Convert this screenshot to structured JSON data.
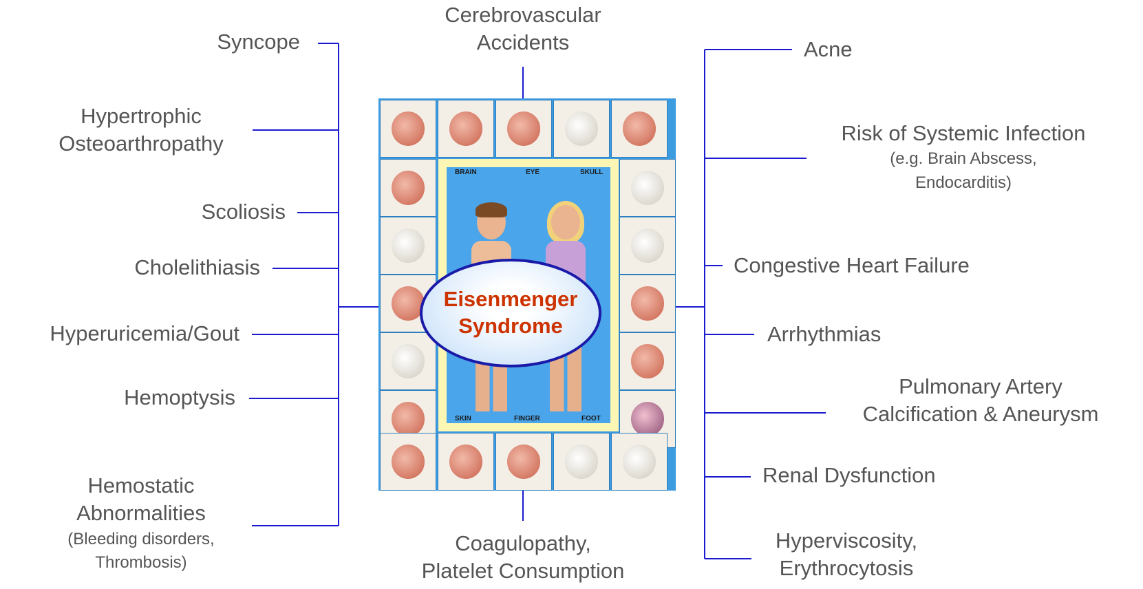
{
  "center": {
    "line1": "Eisenmenger",
    "line2": "Syndrome"
  },
  "top": {
    "line1": "Cerebrovascular",
    "line2": "Accidents"
  },
  "bottom": {
    "line1": "Coagulopathy,",
    "line2": "Platelet Consumption"
  },
  "left": {
    "syncope": "Syncope",
    "hypertrophic": {
      "line1": "Hypertrophic",
      "line2": "Osteoarthropathy"
    },
    "scoliosis": "Scoliosis",
    "cholelithiasis": "Cholelithiasis",
    "hyperuricemia": "Hyperuricemia/Gout",
    "hemoptysis": "Hemoptysis",
    "hemostatic": {
      "line1": "Hemostatic",
      "line2": "Abnormalities",
      "line3": "(Bleeding disorders,",
      "line4": "Thrombosis)"
    }
  },
  "right": {
    "acne": "Acne",
    "infection": {
      "line1": "Risk of Systemic Infection",
      "line2": "(e.g. Brain Abscess,",
      "line3": "Endocarditis)"
    },
    "chf": "Congestive Heart Failure",
    "arrhythmias": "Arrhythmias",
    "pulmonary": {
      "line1": "Pulmonary Artery",
      "line2": "Calcification & Aneurysm"
    },
    "renal": "Renal Dysfunction",
    "hyperviscosity": {
      "line1": "Hyperviscosity,",
      "line2": "Erythrocytosis"
    }
  },
  "poster": {
    "captions": {
      "brain": "BRAIN",
      "eye": "EYE",
      "skull": "SKULL",
      "skin": "SKIN",
      "finger": "FINGER",
      "foot": "FOOT"
    }
  },
  "colors": {
    "connector": "#1a1ad0",
    "label": "#555555",
    "center_text": "#cc3300"
  }
}
